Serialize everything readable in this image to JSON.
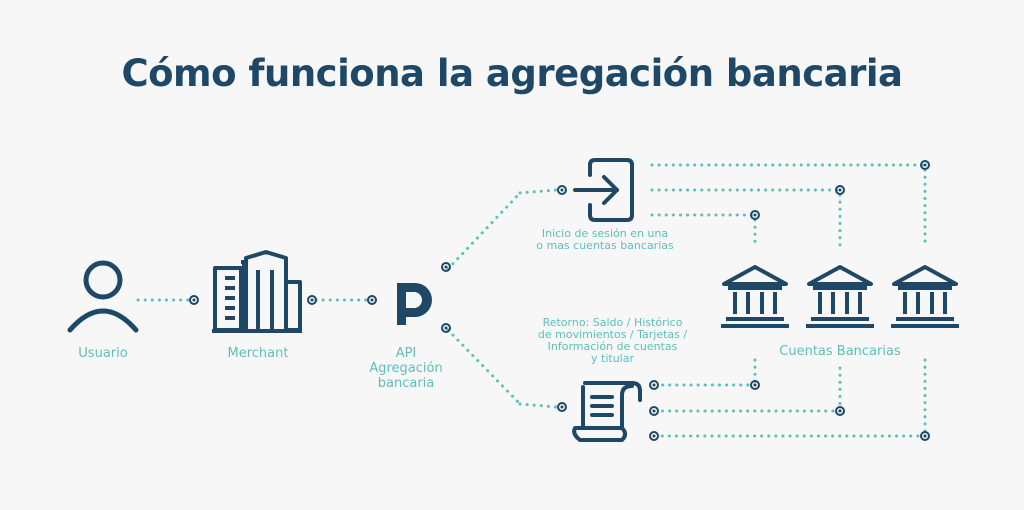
{
  "title": "Cómo funciona la agregación bancaria",
  "nodes": {
    "usuario": "Usuario",
    "merchant": "Merchant",
    "api_line1": "API",
    "api_line2": "Agregación",
    "api_line3": "bancaria",
    "bancos": "Cuentas Bancarias"
  },
  "annotations": {
    "login_line1": "Inicio de sesión en una",
    "login_line2": "o mas cuentas bancarias",
    "retorno_line1": "Retorno: Saldo / Histórico",
    "retorno_line2": "de movimientos / Tarjetas /",
    "retorno_line3": "Información de cuentas",
    "retorno_line4": "y titular"
  },
  "colors": {
    "primary": "#1e4866",
    "accent": "#5dbfb8",
    "background": "#f7f7f7"
  },
  "icons": [
    "user-icon",
    "buildings-icon",
    "api-logo-icon",
    "login-icon",
    "document-scroll-icon",
    "bank-icon"
  ]
}
